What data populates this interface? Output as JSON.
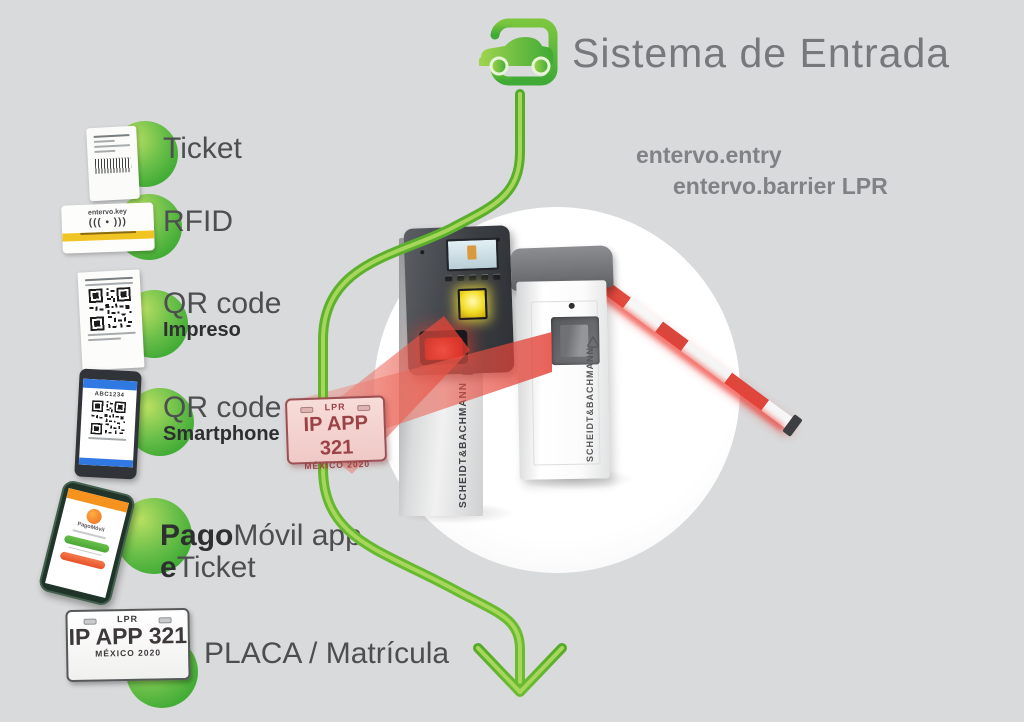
{
  "header": {
    "title": "Sistema de Entrada",
    "car_icon": "car-entering-gate-icon"
  },
  "systems": {
    "line1": "entervo.entry",
    "line2": "entervo.barrier LPR"
  },
  "methods": [
    {
      "label": "Ticket"
    },
    {
      "label": "RFID"
    },
    {
      "label": "QR code",
      "sublabel": "Impreso"
    },
    {
      "label": "QR code",
      "sublabel": "Smartphone"
    },
    {
      "label_bold": "Pago",
      "label_rest": "Móvil app",
      "sublabel_bold": "e",
      "sublabel_rest": "Ticket"
    },
    {
      "label": "PLACA / Matrícula"
    }
  ],
  "plate": {
    "lpr": "LPR",
    "number": "IP APP 321",
    "region": "MÉXICO 2020"
  },
  "devices": {
    "brand": "SCHEIDT&BACHMANN"
  },
  "rfid_card": {
    "brand": "entervo.key",
    "signal": "((( • )))"
  },
  "qr_phone": {
    "code": "ABC1234"
  },
  "pago_app": {
    "title": "PagoMóvil"
  },
  "flow": {
    "arrow_icon": "down-arrow-icon"
  },
  "colors": {
    "background": "#d9dadb",
    "accent_green_light": "#9fd456",
    "accent_green": "#62bb46",
    "accent_green_dark": "#3faa35",
    "beam_red": "#e2392e",
    "slot_yellow": "#f2dd24",
    "title_gray": "#77787b",
    "label_gray": "#4d4e50",
    "entervo_gray": "#808285"
  }
}
